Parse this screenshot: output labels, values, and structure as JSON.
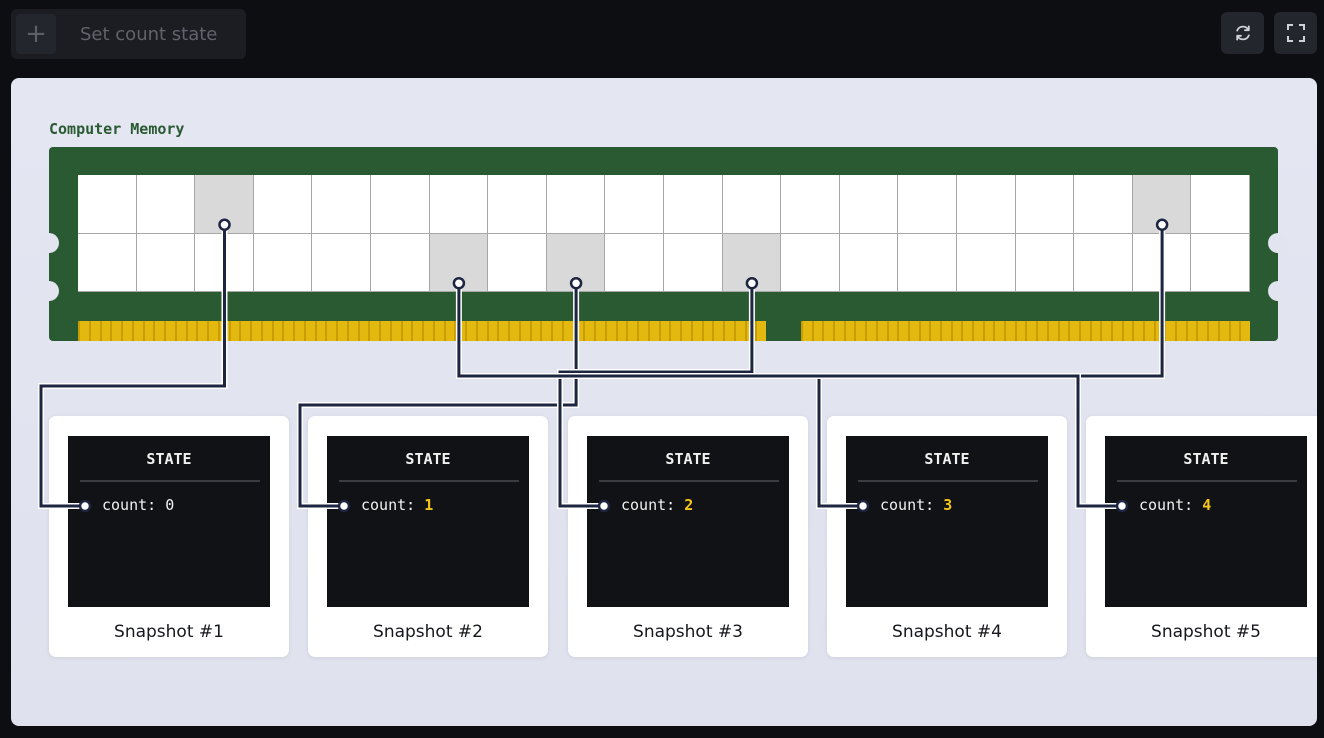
{
  "toolbar": {
    "add_icon": "plus-icon",
    "set_count_label": "Set count state",
    "refresh_icon": "refresh-icon",
    "fullscreen_icon": "fullscreen-icon"
  },
  "memory": {
    "title": "Computer Memory",
    "columns": 20,
    "rows": 2,
    "filled_cells": [
      [
        0,
        2
      ],
      [
        0,
        18
      ],
      [
        1,
        6
      ],
      [
        1,
        8
      ],
      [
        1,
        11
      ]
    ],
    "colors": {
      "board": "#2a5a32",
      "pins": "#e3b80f",
      "cell": "#ffffff",
      "cell_filled": "#d9d9d9",
      "wire": "#1d2540"
    }
  },
  "snapshots": [
    {
      "title": "STATE",
      "key": "count:",
      "value": "0",
      "highlight": false,
      "label": "Snapshot #1",
      "memory_cell": [
        0,
        2
      ]
    },
    {
      "title": "STATE",
      "key": "count:",
      "value": "1",
      "highlight": true,
      "label": "Snapshot #2",
      "memory_cell": [
        1,
        8
      ]
    },
    {
      "title": "STATE",
      "key": "count:",
      "value": "2",
      "highlight": true,
      "label": "Snapshot #3",
      "memory_cell": [
        1,
        11
      ]
    },
    {
      "title": "STATE",
      "key": "count:",
      "value": "3",
      "highlight": true,
      "label": "Snapshot #4",
      "memory_cell": [
        0,
        18
      ]
    },
    {
      "title": "STATE",
      "key": "count:",
      "value": "4",
      "highlight": true,
      "label": "Snapshot #5",
      "memory_cell": [
        1,
        6
      ]
    }
  ],
  "colors": {
    "accent": "#f5c518",
    "background": "#0c0e12",
    "stage": "#e2e4f0"
  }
}
